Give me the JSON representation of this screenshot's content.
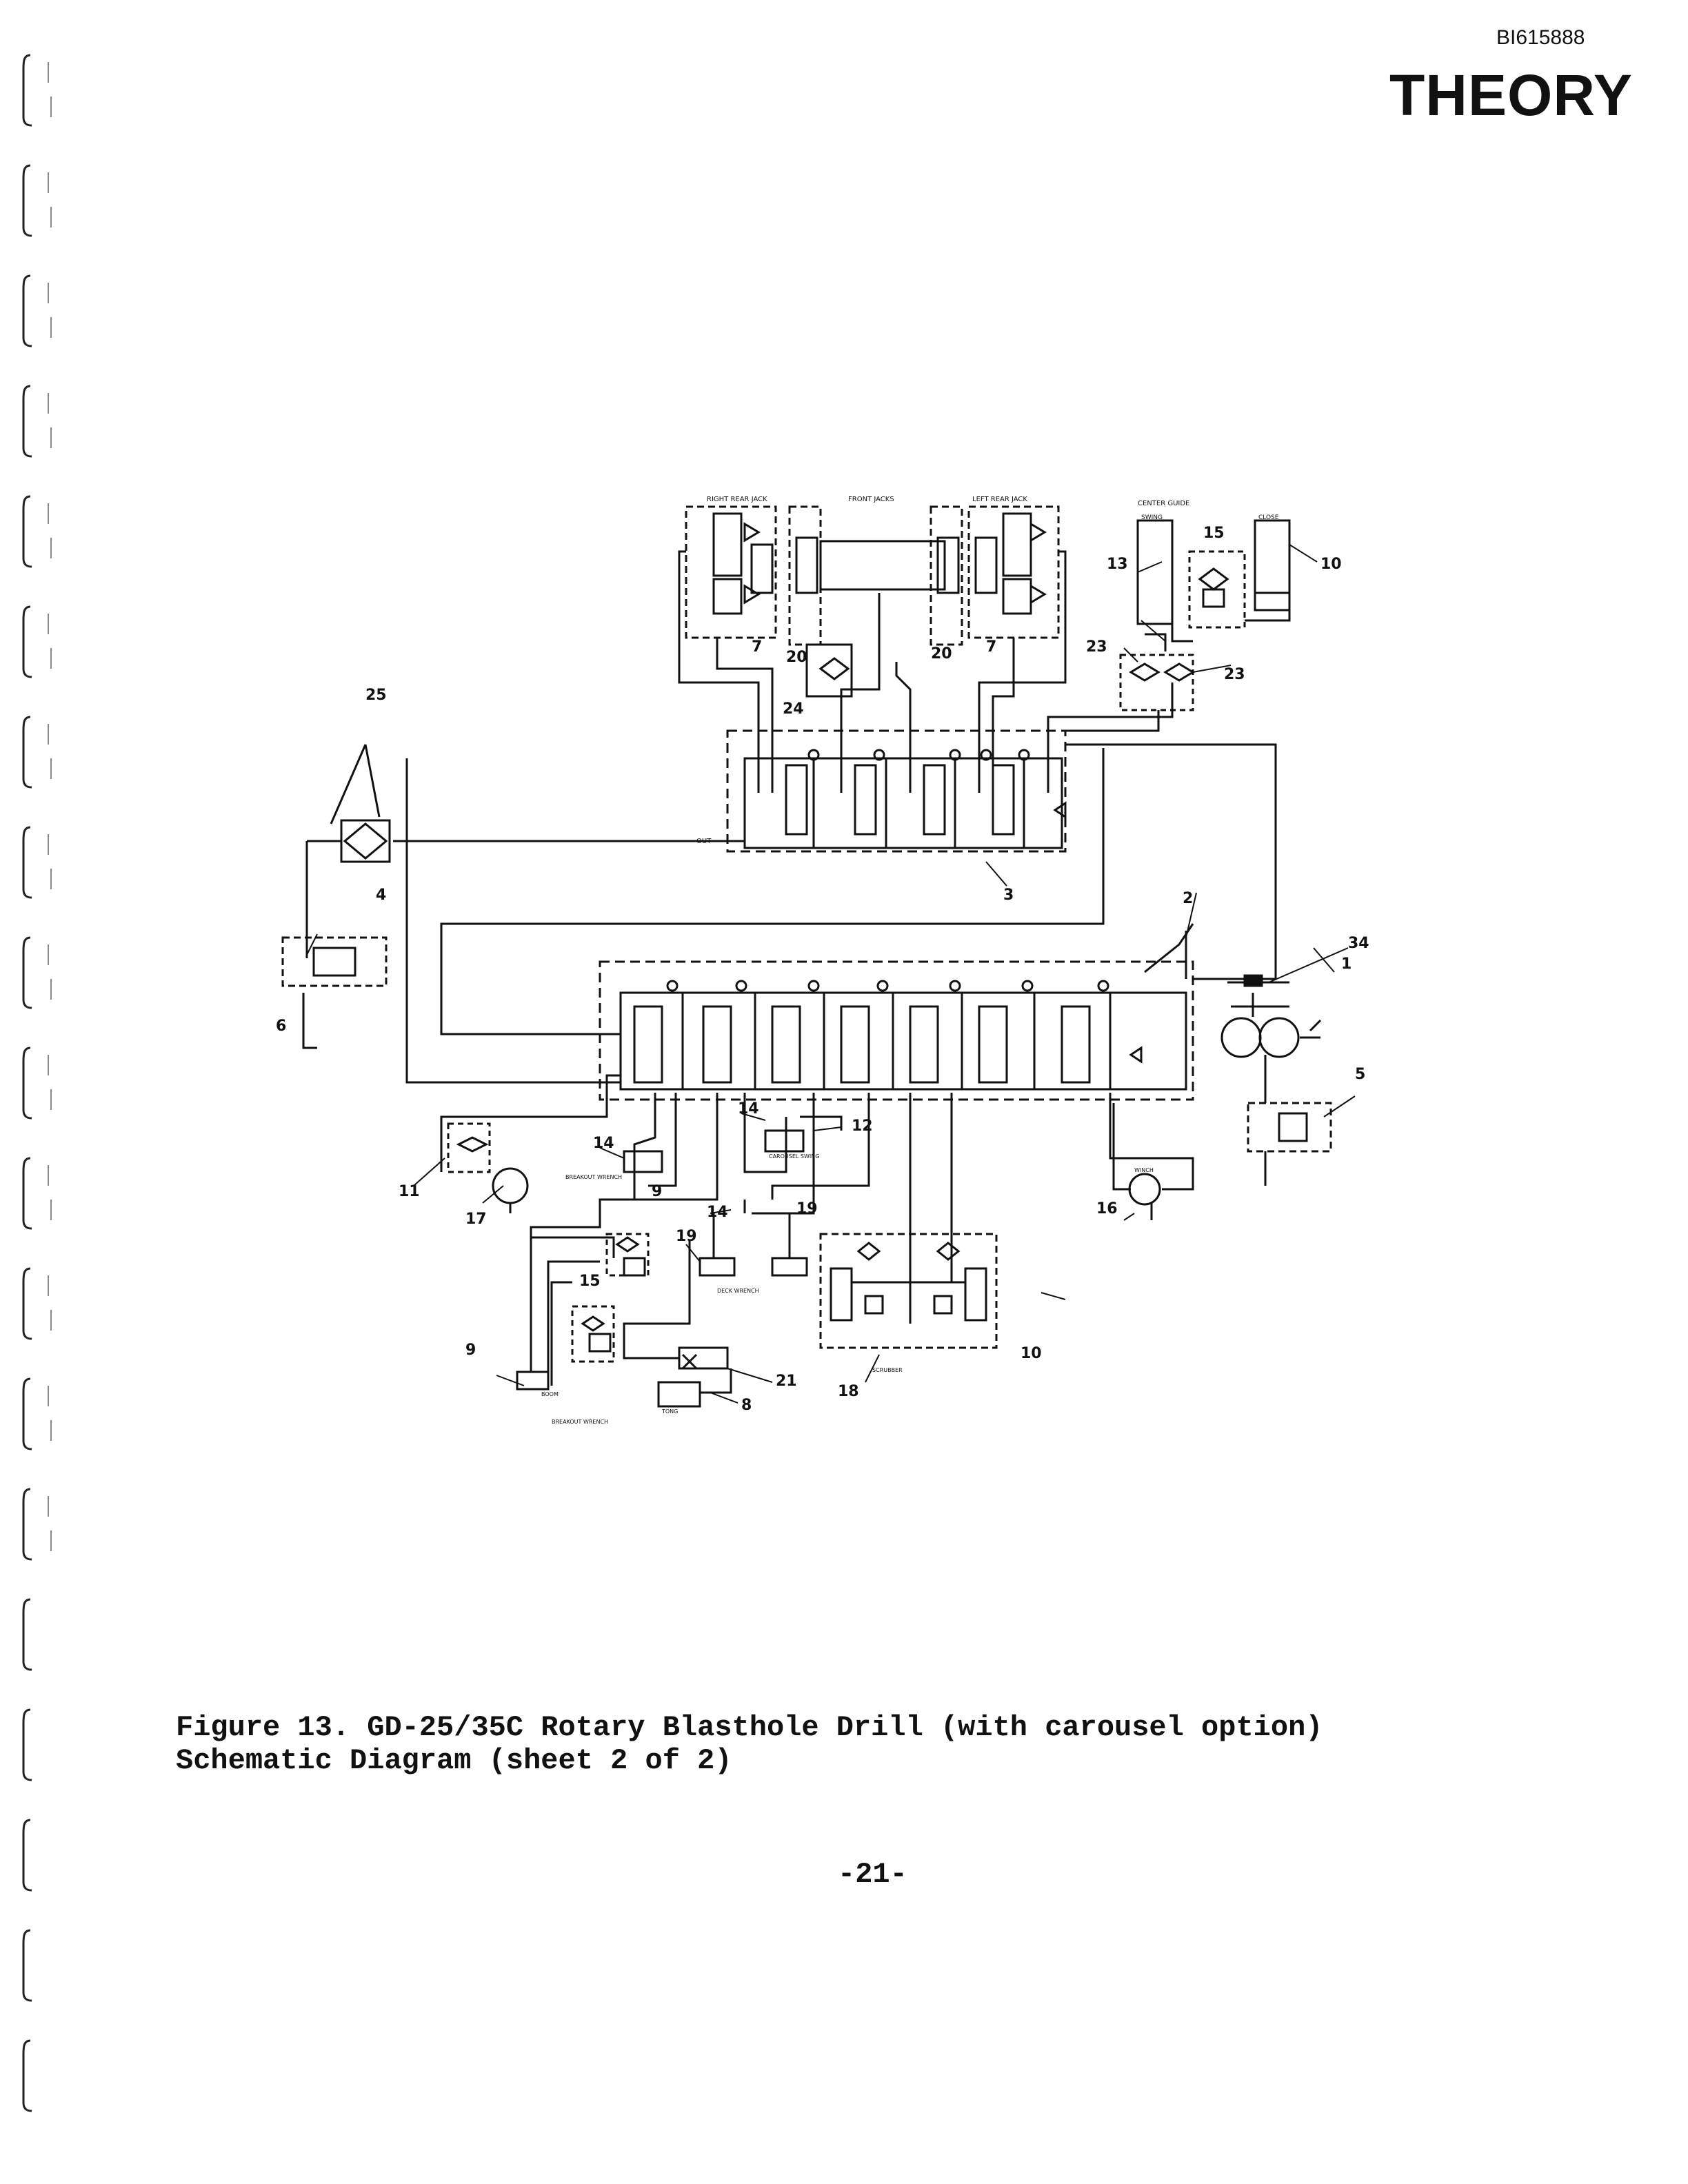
{
  "header": {
    "doc_id": "BI615888",
    "section": "THEORY"
  },
  "schematic": {
    "top_labels": {
      "right_rear_jack": "RIGHT REAR JACK",
      "front_jacks": "FRONT JACKS",
      "left_rear_jack": "LEFT REAR JACK",
      "center_guide": "CENTER GUIDE",
      "swing": "SWING",
      "close": "CLOSE"
    },
    "small_labels": {
      "out": "OUT",
      "breakout_wrench": "BREAKOUT WRENCH",
      "feed_wrench": "DECK WRENCH",
      "carousel_swing": "CAROUSEL SWING",
      "boom": "BOOM",
      "tong": "TONG",
      "winch": "WINCH",
      "scrubbr": "SCRUBBER"
    },
    "callouts": [
      "1",
      "2",
      "3",
      "4",
      "5",
      "6",
      "7",
      "7",
      "8",
      "9",
      "9",
      "10",
      "10",
      "11",
      "12",
      "13",
      "14",
      "14",
      "14",
      "15",
      "15",
      "16",
      "17",
      "18",
      "19",
      "19",
      "20",
      "20",
      "21",
      "23",
      "23",
      "24",
      "25",
      "34"
    ]
  },
  "caption": {
    "line1": "Figure 13. GD-25/35C Rotary Blasthole Drill (with carousel option)",
    "line2": "Schematic Diagram (sheet 2 of 2)"
  },
  "page_number": "-21-"
}
